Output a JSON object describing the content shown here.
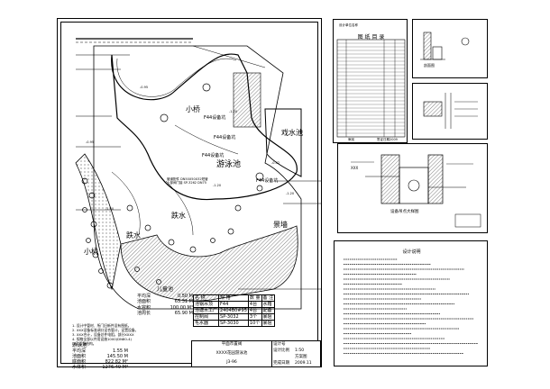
{
  "main_plan": {
    "area_labels": {
      "bridge_top": "小桥",
      "pool": "游泳池",
      "play_pool": "戏水池",
      "splash_left": "跌水",
      "splash_center": "跌水",
      "bridge_bottom": "小桥",
      "landscape_wall": "景墙"
    },
    "equipment_labels": {
      "f44_top": "F44设备坑",
      "f44_mid": "F44设备坑",
      "f44_right": "F44设备坑",
      "f44_center": "F44设备坑"
    },
    "elevations": [
      "-0.95",
      "-1.20",
      "-0.95",
      "-1.20",
      "-0.42",
      "-1.20",
      "-1.40"
    ],
    "pool_spec": "管道配件 DN50X50X32短管\n上部阀门接 SP-3262 DN75"
  },
  "play_pool_table": {
    "title": "儿童池",
    "rows": [
      {
        "k": "平均深",
        "v": "0.50 M"
      },
      {
        "k": "池面积",
        "v": "65.31 M"
      },
      {
        "k": "水容积",
        "v": "100.00 M³"
      },
      {
        "k": "池周长",
        "v": "65.90 M"
      }
    ]
  },
  "swim_pool_table": {
    "title": "游泳池",
    "rows": [
      {
        "k": "平均深",
        "v": "1.55 M"
      },
      {
        "k": "池面积",
        "v": "145.50 M"
      },
      {
        "k": "底面积",
        "v": "822.82 M²"
      },
      {
        "k": "水体积",
        "v": "1276.49 M³"
      }
    ]
  },
  "notes": [
    "1. 设计中管材、所门旧新件设有图纸。",
    "2. XXX设备标准调口设合管计，设置设备。",
    "3. XXX合计，设备总件电阻，部分XXXX",
    "4. 规格全部以件用设施1000(DN80-4)",
    "   以及设备结构。"
  ],
  "equipment_table": {
    "headers": [
      "名 称",
      "规 格",
      "数 量",
      "备 注"
    ],
    "rows": [
      [
        "池钢吊顶",
        "F44",
        "4台",
        "水箱"
      ],
      [
        "池塘水工厂",
        "2404B0#95",
        "4台",
        "配备"
      ],
      [
        "控制阀",
        "SP-3032",
        "3个",
        "暴阻"
      ],
      [
        "毛水器",
        "SP-3030",
        "10个",
        "暴阻"
      ]
    ]
  },
  "title_block": {
    "client": "平面市置阀",
    "project": "XXXX花园游泳池",
    "drawing_no": "J3-96",
    "designer_label": "设计号",
    "scale_label": "设计比例",
    "scale": "1:50",
    "stage": "方案图",
    "date_label": "完成日期",
    "date": "2009.11"
  },
  "sheet_directory": {
    "title": "图 纸 目 录",
    "header_label": "设计单位名称",
    "footer_left": "审阅",
    "footer_right": "签证日期2009"
  },
  "detail_sheet_a": {
    "caption": "剖面图"
  },
  "detail_sheet_c": {
    "caption": "设备吊点大样图",
    "label": "XXX"
  },
  "detail_sheet_d": {
    "title": "设计说明"
  }
}
